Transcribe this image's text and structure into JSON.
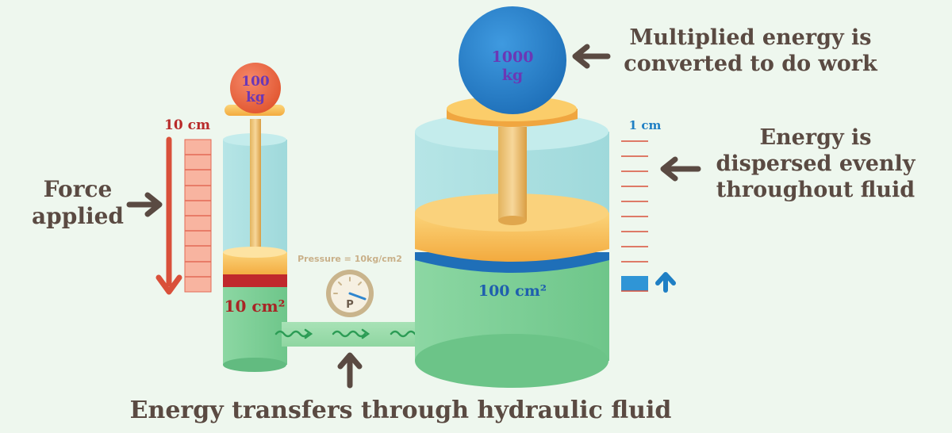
{
  "colors": {
    "background": "#eef7ee",
    "fluid": "#7fcf98",
    "air": "#a9dfe0",
    "piston": "#f7c35a",
    "small_weight": "#ee6a46",
    "large_weight": "#2f86cf",
    "force_arrow": "#d9503a",
    "rise_arrow": "#1f7fc4",
    "label_text": "#5a4a42"
  },
  "small_cylinder": {
    "weight_label": [
      "100",
      "kg"
    ],
    "distance_label": "10 cm",
    "area_label": "10 cm²"
  },
  "large_cylinder": {
    "weight_label": [
      "1000",
      "kg"
    ],
    "distance_label": "1 cm",
    "area_label": "100 cm²"
  },
  "gauge": {
    "caption": "Pressure = 10kg/cm2",
    "symbol": "P"
  },
  "captions": {
    "force_applied": "Force applied",
    "energy_dispersed": "Energy is dispersed evenly throughout fluid",
    "multiplied_energy": "Multiplied energy is converted to do work",
    "energy_transfer": "Energy transfers through hydraulic fluid"
  },
  "icons": [
    "left-arrow-icon",
    "up-arrow-icon",
    "down-arrow-icon",
    "pressure-gauge-icon",
    "flow-wave-icon"
  ]
}
